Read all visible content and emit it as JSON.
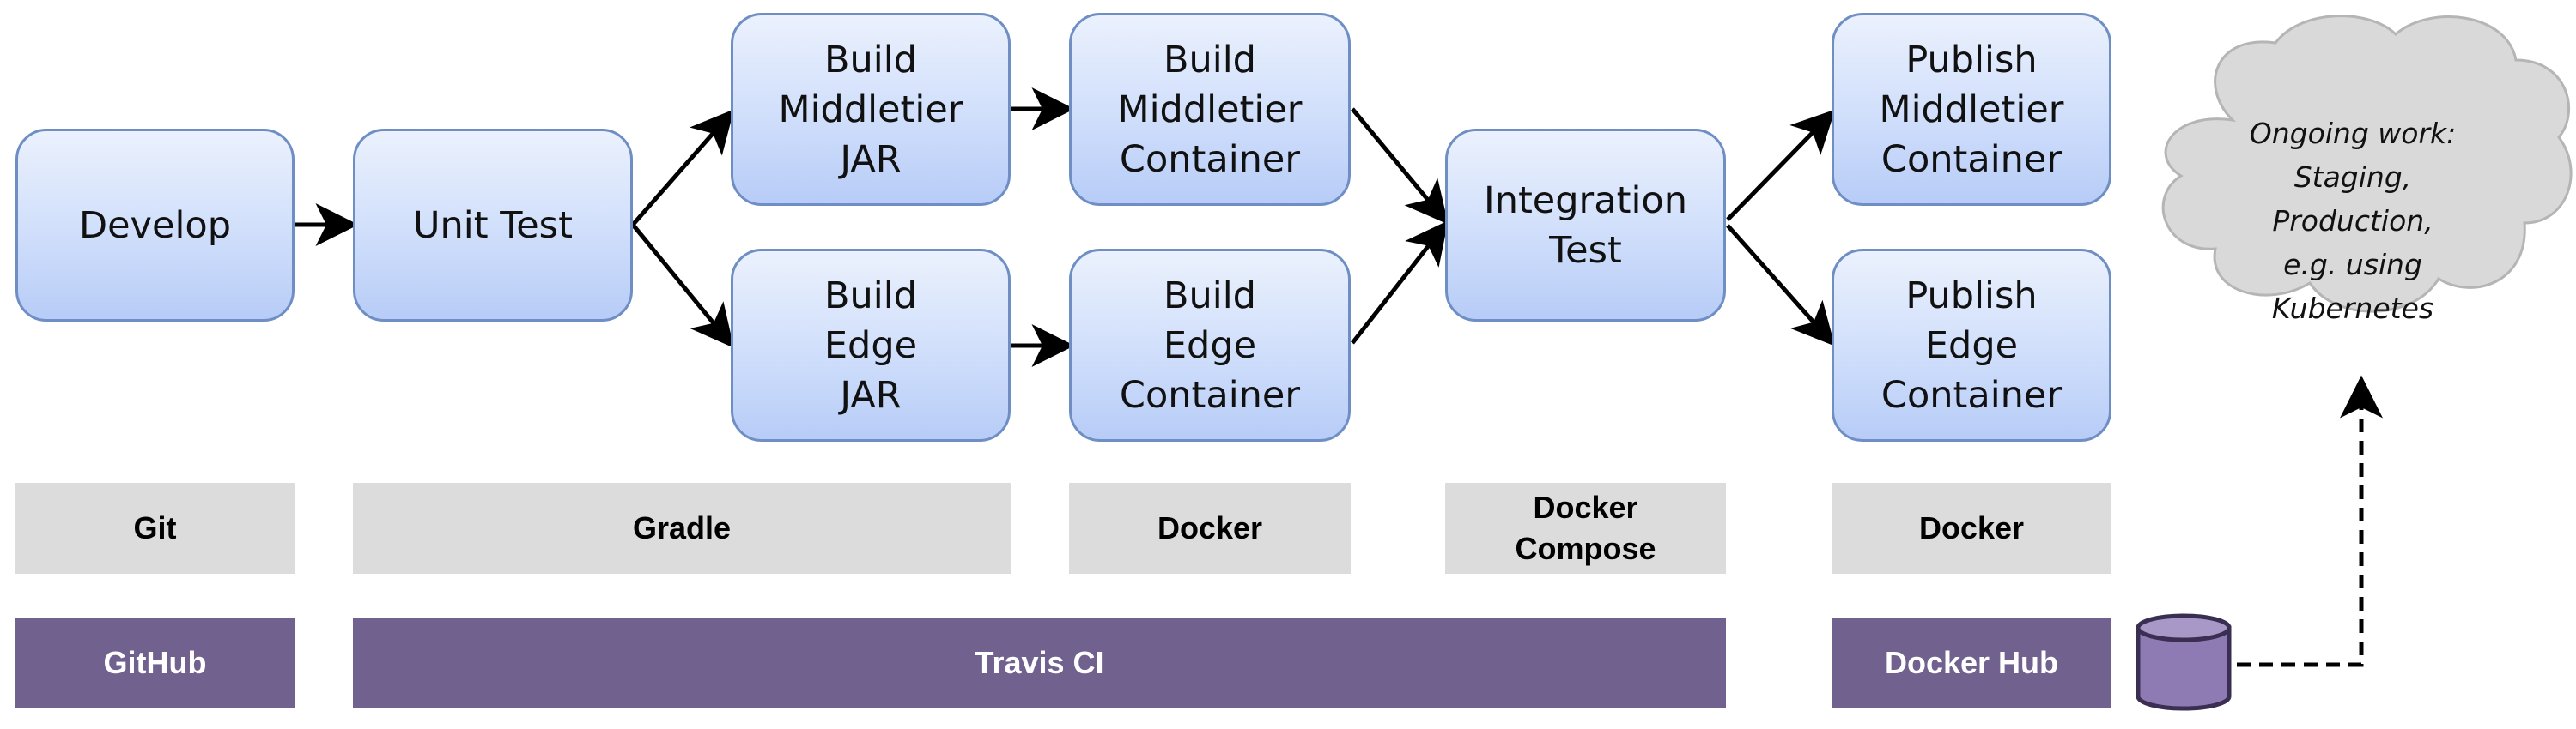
{
  "stages": {
    "develop": [
      "Develop"
    ],
    "unit_test": [
      "Unit Test"
    ],
    "build_middletier_jar": [
      "Build",
      "Middletier",
      "JAR"
    ],
    "build_edge_jar": [
      "Build",
      "Edge",
      "JAR"
    ],
    "build_middletier_container": [
      "Build",
      "Middletier",
      "Container"
    ],
    "build_edge_container": [
      "Build",
      "Edge",
      "Container"
    ],
    "integration_test": [
      "Integration",
      "Test"
    ],
    "publish_middletier_container": [
      "Publish",
      "Middletier",
      "Container"
    ],
    "publish_edge_container": [
      "Publish",
      "Edge",
      "Container"
    ]
  },
  "tools": {
    "git": [
      "Git"
    ],
    "gradle": [
      "Gradle"
    ],
    "docker_build": [
      "Docker"
    ],
    "docker_compose": [
      "Docker",
      "Compose"
    ],
    "docker_publish": [
      "Docker"
    ]
  },
  "services": {
    "github": "GitHub",
    "travis_ci": "Travis CI",
    "docker_hub": "Docker Hub"
  },
  "cloud": {
    "lines": [
      "Ongoing work:",
      "Staging,",
      "Production,",
      "e.g. using",
      "Kubernetes"
    ]
  },
  "colors": {
    "stage_border": "#6f8fc4",
    "stage_fill_top": "#ebf1fd",
    "stage_fill_bottom": "#b7ccf7",
    "tool_fill": "#dcdcdc",
    "service_fill": "#71618e",
    "cylinder_fill": "#8e7bb4",
    "cloud_fill": "#d9d9d9",
    "arrow": "#000000"
  }
}
